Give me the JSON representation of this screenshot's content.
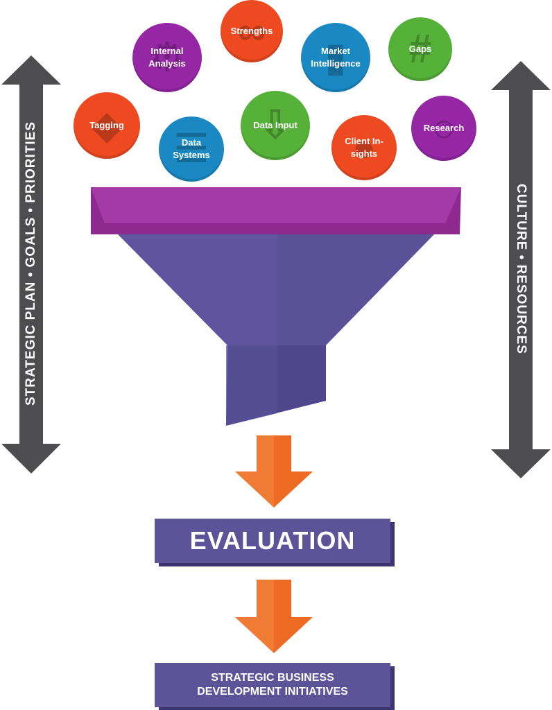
{
  "colors": {
    "red": "#ee4a22",
    "purple": "#9527a5",
    "blue": "#1a89c3",
    "green": "#56b139",
    "arrow_gray": "#4d4d4f",
    "funnel_rim": "#8e2a8f",
    "funnel_body": "#5b5198",
    "flow_arrow": "#ec6a23",
    "box": "#5d5399"
  },
  "inputs": [
    {
      "label": "Strengths",
      "color": "red",
      "icon": "chain-link-icon"
    },
    {
      "label": "Internal Analysis",
      "color": "purple",
      "icon": "gear-icon"
    },
    {
      "label": "Market Intelligence",
      "color": "blue",
      "icon": "bar-chart-icon"
    },
    {
      "label": "Gaps",
      "color": "green",
      "icon": "hash-grid-icon"
    },
    {
      "label": "Tagging",
      "color": "red",
      "icon": "tag-icon"
    },
    {
      "label": "Data Systems",
      "color": "blue",
      "icon": "database-icon"
    },
    {
      "label": "Data Input",
      "color": "green",
      "icon": "download-tray-icon"
    },
    {
      "label": "Client In- sights",
      "color": "red",
      "icon": "person-icon"
    },
    {
      "label": "Research",
      "color": "purple",
      "icon": "magnifier-icon"
    }
  ],
  "left_axis_label": "STRATEGIC PLAN • GOALS • PRIORITIES",
  "right_axis_label": "CULTURE • RESOURCES",
  "evaluation_label": "EVALUATION",
  "initiatives_label": "STRATEGIC BUSINESS DEVELOPMENT INITIATIVES"
}
